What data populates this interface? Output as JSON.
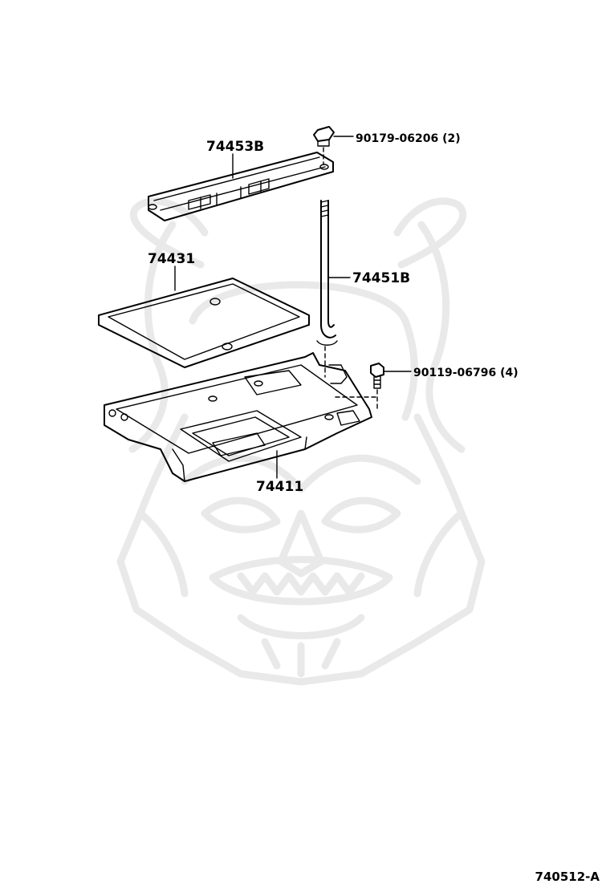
{
  "diagram": {
    "figure_id": "740512-A",
    "parts": [
      {
        "part_number": "74453B"
      },
      {
        "part_number": "90179-06206 (2)"
      },
      {
        "part_number": "74431"
      },
      {
        "part_number": "74451B"
      },
      {
        "part_number": "90119-06796 (4)"
      },
      {
        "part_number": "74411"
      }
    ],
    "colors": {
      "line": "#000000",
      "watermark": "#e9e9e9",
      "background": "#ffffff"
    }
  }
}
